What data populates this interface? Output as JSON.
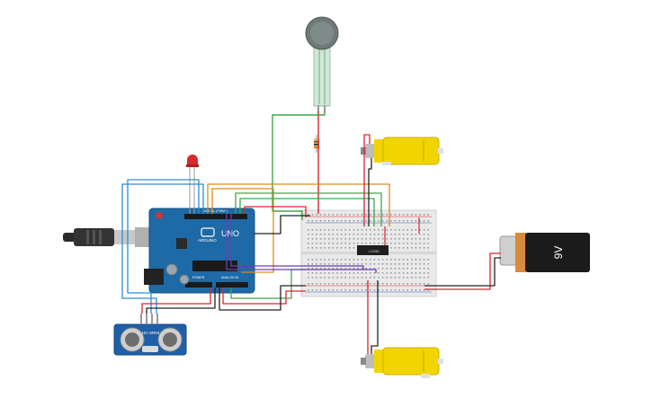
{
  "circuit": {
    "arduino": {
      "brand_label": "ARDUINO",
      "model_label": "UNO",
      "digital_label": "DIGITAL (PWM~)",
      "power_label": "POWER",
      "analog_label": "ANALOG IN"
    },
    "ultrasonic": {
      "label": "HC-SR04"
    },
    "battery": {
      "label": "9V"
    },
    "driver_ic": {
      "label": "L293D"
    },
    "colors": {
      "arduino_board": "#1d6aa6",
      "breadboard": "#e9e9e9",
      "motor_yellow": "#f2d500",
      "battery_black": "#1b1b1b",
      "battery_copper": "#d98a3b",
      "wire_red": "#d7262e",
      "wire_black": "#222222",
      "wire_green": "#3fa648",
      "wire_blue": "#2a8fd0",
      "wire_orange": "#e08a1e",
      "wire_purple": "#6c3fb2",
      "led_red": "#d22b2b",
      "fsr_body": "#6e7a78"
    }
  }
}
